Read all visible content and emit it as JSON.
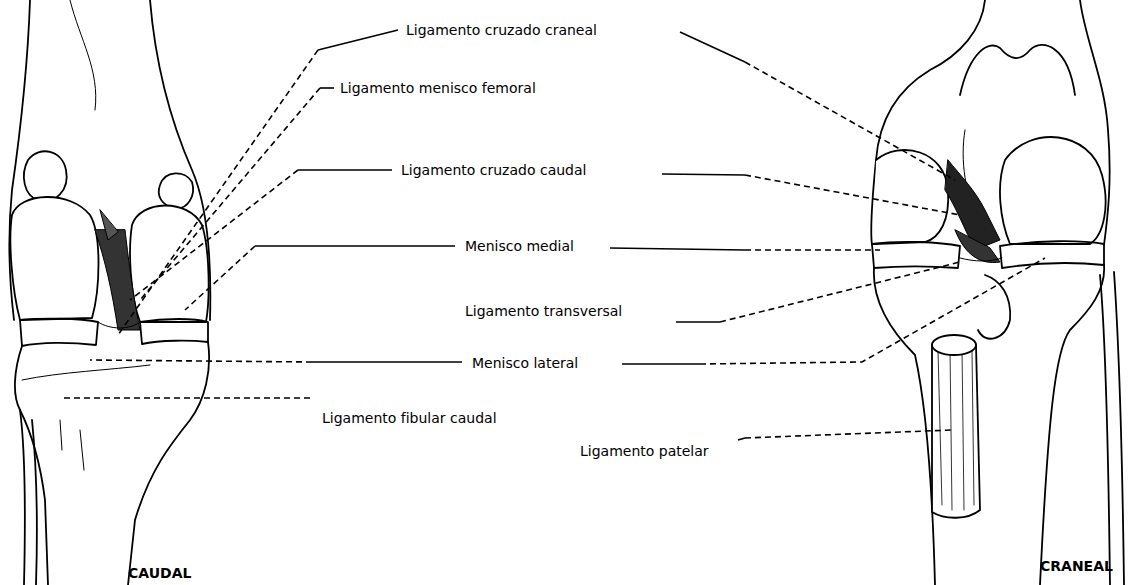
{
  "diagram": {
    "labels": [
      "Ligamento cruzado craneal",
      "Ligamento menisco femoral",
      "Ligamento cruzado caudal",
      "Menisco medial",
      "Ligamento transversal",
      "Menisco lateral",
      "Ligamento fibular caudal",
      "Ligamento patelar",
      "CAUDAL",
      "CRANEAL"
    ]
  }
}
